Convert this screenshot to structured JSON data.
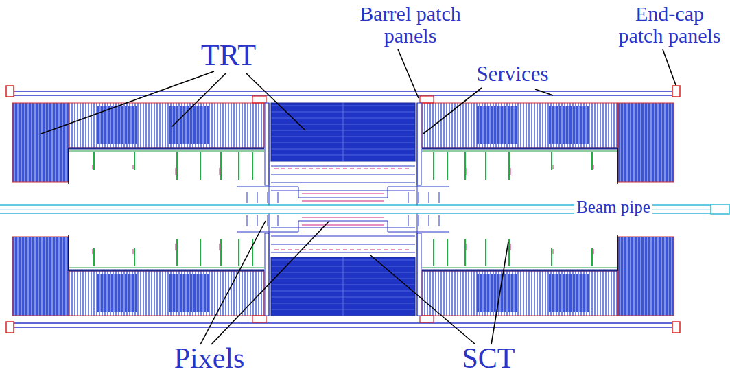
{
  "diagram": {
    "labels": [
      "TRT",
      "Barrel patch panels",
      "End-cap patch panels",
      "Services",
      "Beam pipe",
      "Pixels",
      "SCT"
    ]
  }
}
